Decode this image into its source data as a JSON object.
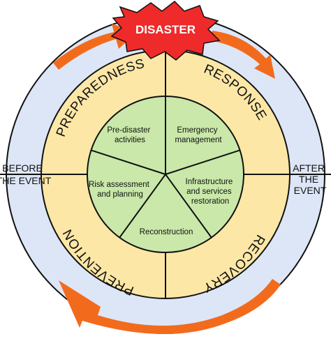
{
  "colors": {
    "outer": "#dde6f7",
    "phase_ring": "#fde7a6",
    "inner": "#c9e8a9",
    "arrow": "#f26b1d",
    "star": "#ee2a2a",
    "outline": "#111111"
  },
  "disaster": {
    "label": "DISASTER"
  },
  "sides": {
    "left": [
      "BEFORE",
      "THE EVENT"
    ],
    "right": [
      "AFTER",
      "THE",
      "EVENT"
    ]
  },
  "phases": {
    "preparedness": "PREPAREDNESS",
    "response": "RESPONSE",
    "recovery": "RECOVERY",
    "prevention": "PREVENTION"
  },
  "activities": {
    "pre_disaster": [
      "Pre-disaster",
      "activities"
    ],
    "emergency": [
      "Emergency",
      "management"
    ],
    "infrastructure": [
      "Infrastructure",
      "and services",
      "restoration"
    ],
    "reconstruction": [
      "Reconstruction"
    ],
    "risk": [
      "Risk assessment",
      "and planning"
    ]
  }
}
